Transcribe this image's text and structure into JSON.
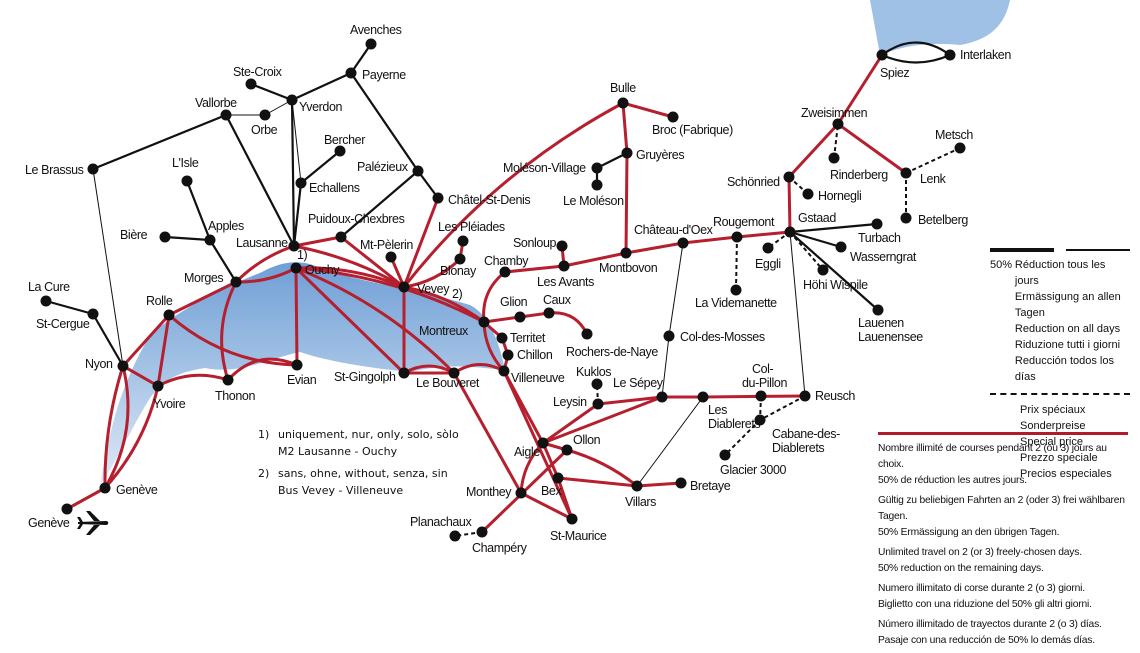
{
  "stations": [
    "Avenches",
    "Payerne",
    "Ste-Croix",
    "Yverdon",
    "Vallorbe",
    "Orbe",
    "Bercher",
    "Le Brassus",
    "L'Isle",
    "Echallens",
    "Palézieux",
    "Châtel-St-Denis",
    "Bière",
    "Apples",
    "Lausanne",
    "Ouchy",
    "Puidoux-Chexbres",
    "Mt-Pèlerin",
    "Les Pléiades",
    "Blonay",
    "Vevey",
    "Morges",
    "Rolle",
    "La Cure",
    "St-Cergue",
    "Nyon",
    "Yvoire",
    "Thonon",
    "Evian",
    "Genève",
    "Genève",
    "St-Gingolph",
    "Le Bouveret",
    "Montreux",
    "Glion",
    "Caux",
    "Territet",
    "Chillon",
    "Villeneuve",
    "Rochers-de-Naye",
    "Chamby",
    "Sonloup",
    "Les Avants",
    "Montbovon",
    "Château-d'Oex",
    "Bulle",
    "Broc (Fabrique)",
    "Gruyères",
    "Moléson-Village",
    "Le Moléson",
    "Rougemont",
    "La Videmanette",
    "Col-des-Mosses",
    "Gstaad",
    "Schönried",
    "Hornegli",
    "Rinderberg",
    "Zweisimmen",
    "Spiez",
    "Interlaken",
    "Lenk",
    "Metsch",
    "Betelberg",
    "Turbach",
    "Wasserngrat",
    "Eggli",
    "Höhi Wispile",
    "Lauenen|Lauenensee",
    "Col-|du-Pillon",
    "Reusch",
    "Cabane-des-|Diablerets",
    "Glacier 3000",
    "Les|Diablerets",
    "Le Sépey",
    "Leysin",
    "Kuklos",
    "Aigle",
    "Ollon",
    "Bex",
    "Villars",
    "Bretaye",
    "Monthey",
    "St-Maurice",
    "Champéry",
    "Planachaux"
  ],
  "markers": {
    "note1": "1)",
    "note2": "2)"
  },
  "icons": {
    "airport": "airplane-icon"
  },
  "notes": [
    {
      "key": "1)",
      "lines": [
        "uniquement, nur, only, solo, sòlo",
        "M2 Lausanne - Ouchy"
      ]
    },
    {
      "key": "2)",
      "lines": [
        "sans, ohne, without, senza, sin",
        "Bus Vevey - Villeneuve"
      ]
    }
  ],
  "legend": {
    "percent": "50%",
    "solid": [
      "Réduction tous les jours",
      "Ermässigung an allen Tagen",
      "Reduction on all days",
      "Riduzione tutti i giorni",
      "Reducción todos los días"
    ],
    "dashed": [
      "Prix spéciaux",
      "Sonderpreise",
      "Special price",
      "Prezzo speciale",
      "Precios especiales"
    ]
  },
  "rules": [
    [
      "Nombre illimité de courses pendant 2 (ou 3) jours au choix.",
      "50% de réduction les autres jours."
    ],
    [
      "Gültig zu beliebigen Fahrten an 2 (oder 3) frei wählbaren Tagen.",
      "50% Ermässigung an den übrigen Tagen."
    ],
    [
      "Unlimited travel on 2 (or 3) freely-chosen days.",
      "50% reduction on the remaining days."
    ],
    [
      "Numero illimitato di corse durante 2 (o 3) giorni.",
      "Biglietto con una riduzione del 50% gli altri giorni."
    ],
    [
      "Número illimitado de trayectos durante 2 (o 3) días.",
      "Pasaje con una reducción de 50% lo demás días."
    ]
  ],
  "colors": {
    "red": "#b51f2e",
    "black": "#111111",
    "lake": "#8fb5df"
  }
}
